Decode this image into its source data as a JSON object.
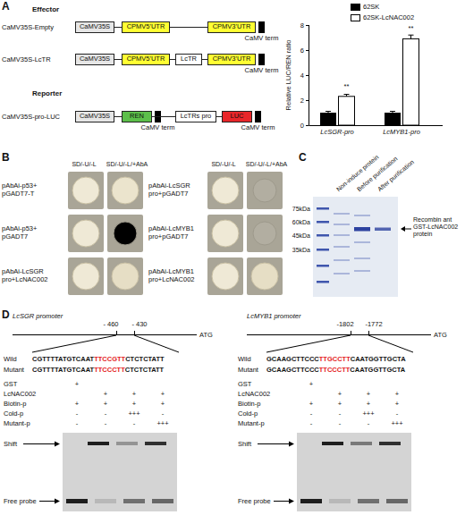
{
  "diagram": {
    "nodes": [
      {
        "text": [
          "CaMV35S"
        ]
      },
      {
        "text": [
          "CPMV5'UTR"
        ]
      },
      {
        "text": [
          "CPMV3'UTR"
        ]
      },
      {
        "text": [
          "CaMV35S"
        ]
      },
      {
        "text": [
          "CPMV5'UTR"
        ]
      },
      {
        "text": [
          "LcTR"
        ]
      },
      {
        "text": [
          "CPMV3'UTR"
        ]
      },
      {
        "text": [
          "CaMV35S"
        ]
      },
      {
        "text": [
          "REN"
        ]
      },
      {
        "text": [
          "LcTRs pro"
        ]
      },
      {
        "text": [
          "LUC"
        ]
      }
    ],
    "edges": [
      {
        "from": 0,
        "to": 1,
        "arrow": "none"
      },
      {
        "from": 1,
        "to": 2,
        "arrow": "none"
      },
      {
        "from": 3,
        "to": 4,
        "arrow": "none"
      },
      {
        "from": 4,
        "to": 5,
        "arrow": "none"
      },
      {
        "from": 5,
        "to": 6,
        "arrow": "none"
      },
      {
        "from": 7,
        "to": 8,
        "arrow": "none"
      },
      {
        "from": 8,
        "to": 9,
        "arrow": "none"
      },
      {
        "from": 9,
        "to": 10,
        "arrow": "none"
      }
    ],
    "labels": [
      "A",
      "Effector",
      "CaMV35S-Empty",
      "CaMV term",
      "CaMV35S-LcTR",
      "CaMV term",
      "Reporter",
      "CaMV35S-pro-LUC",
      "CaMV term",
      "CaMV term",
      "Relative LUC/REN ratio",
      "0",
      "2",
      "4",
      "6",
      "8",
      "**",
      "**",
      "LcSGR-pro",
      "LcMYB1-pro",
      "B",
      "SD/-U/-L",
      "SD/-U/-L/+AbA",
      "SD/-U/-L",
      "SD/-U/-L/+AbA",
      "pAbAi-p53+ pGADT7-T",
      "pAbAi-p53+ pGADT7",
      "pAbAi-LcSGR pro+LcNAC002",
      "pAbAi-LcSGR pro+pGADT7",
      "pAbAi-LcMYB1 pro+pGADT7",
      "pAbAi-LcMYB1 pro+LcNAC002",
      "C",
      "75kDa",
      "60kDa",
      "45kDa",
      "35kDa",
      "Non-induce protein",
      "Before purification",
      "After purification",
      "Recombin ant GST-LcNAC002 protein",
      "D",
      "LcSGR promoter",
      "- 460",
      "- 430",
      "ATG",
      "Wild",
      "CGTTTTATGTCAAT",
      "TTCCGTT",
      "CTCTCTATT",
      "Mutant",
      "CGTTTTATGTCAAT",
      "TTCCCTT",
      "CTCTCTATT",
      "GST",
      "+",
      "LcNAC002",
      "+",
      "+",
      "+",
      "Biotin-p",
      "+",
      "+",
      "+",
      "+",
      "Cold-p",
      "-",
      "-",
      "+++",
      "-",
      "Mutant-p",
      "-",
      "-",
      "-",
      "+++",
      "Shift",
      "Free probe",
      "LcMYB1 promoter",
      "-1802",
      "-1772",
      "ATG",
      "Wild",
      "GCAAGCTTCCC",
      "TTGCCTT",
      "CAATGGTTGCTA",
      "Mutant",
      "GCAAGCTTCCC",
      "TTCCCTT",
      "CAATGGTTGCTA",
      "GST",
      "+",
      "LcNAC002",
      "+",
      "+",
      "+",
      "Biotin-p",
      "+",
      "+",
      "+",
      "+",
      "Cold-p",
      "-",
      "-",
      "+++",
      "-",
      "Mutant-p",
      "-",
      "-",
      "-",
      "+++",
      "Shift",
      "Free probe"
    ],
    "legend": [
      {
        "text": "62SK",
        "color": "#000000"
      },
      {
        "text": "62SK-LcNAC002",
        "color": "#ffffff"
      }
    ]
  }
}
